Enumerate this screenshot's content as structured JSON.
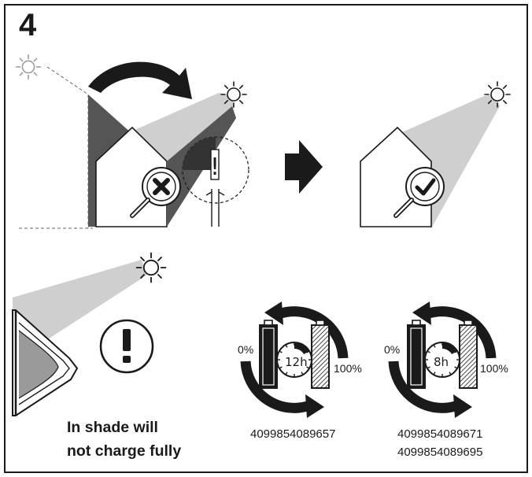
{
  "step_number": "4",
  "warning": {
    "line1": "In shade will",
    "line2": "not charge fully"
  },
  "chart_a": {
    "label_empty": "0%",
    "label_full": "100%",
    "duration": "12h",
    "codes": [
      "4099854089657"
    ]
  },
  "chart_b": {
    "label_empty": "0%",
    "label_full": "100%",
    "duration": "8h",
    "codes": [
      "4099854089671",
      "4099854089695"
    ]
  },
  "icons": {
    "sun": "sun-icon",
    "arrow": "curved-arrow-icon",
    "magnifier_bad": "magnifier-cross-icon",
    "magnifier_good": "magnifier-check-icon",
    "warning": "exclamation-icon",
    "battery": "battery-icon",
    "clock": "timer-icon"
  },
  "colors": {
    "line": "#1a1a1a",
    "light_beam": "#cfcfcf",
    "shade": "#555555",
    "frame": "#1a1a1a"
  }
}
